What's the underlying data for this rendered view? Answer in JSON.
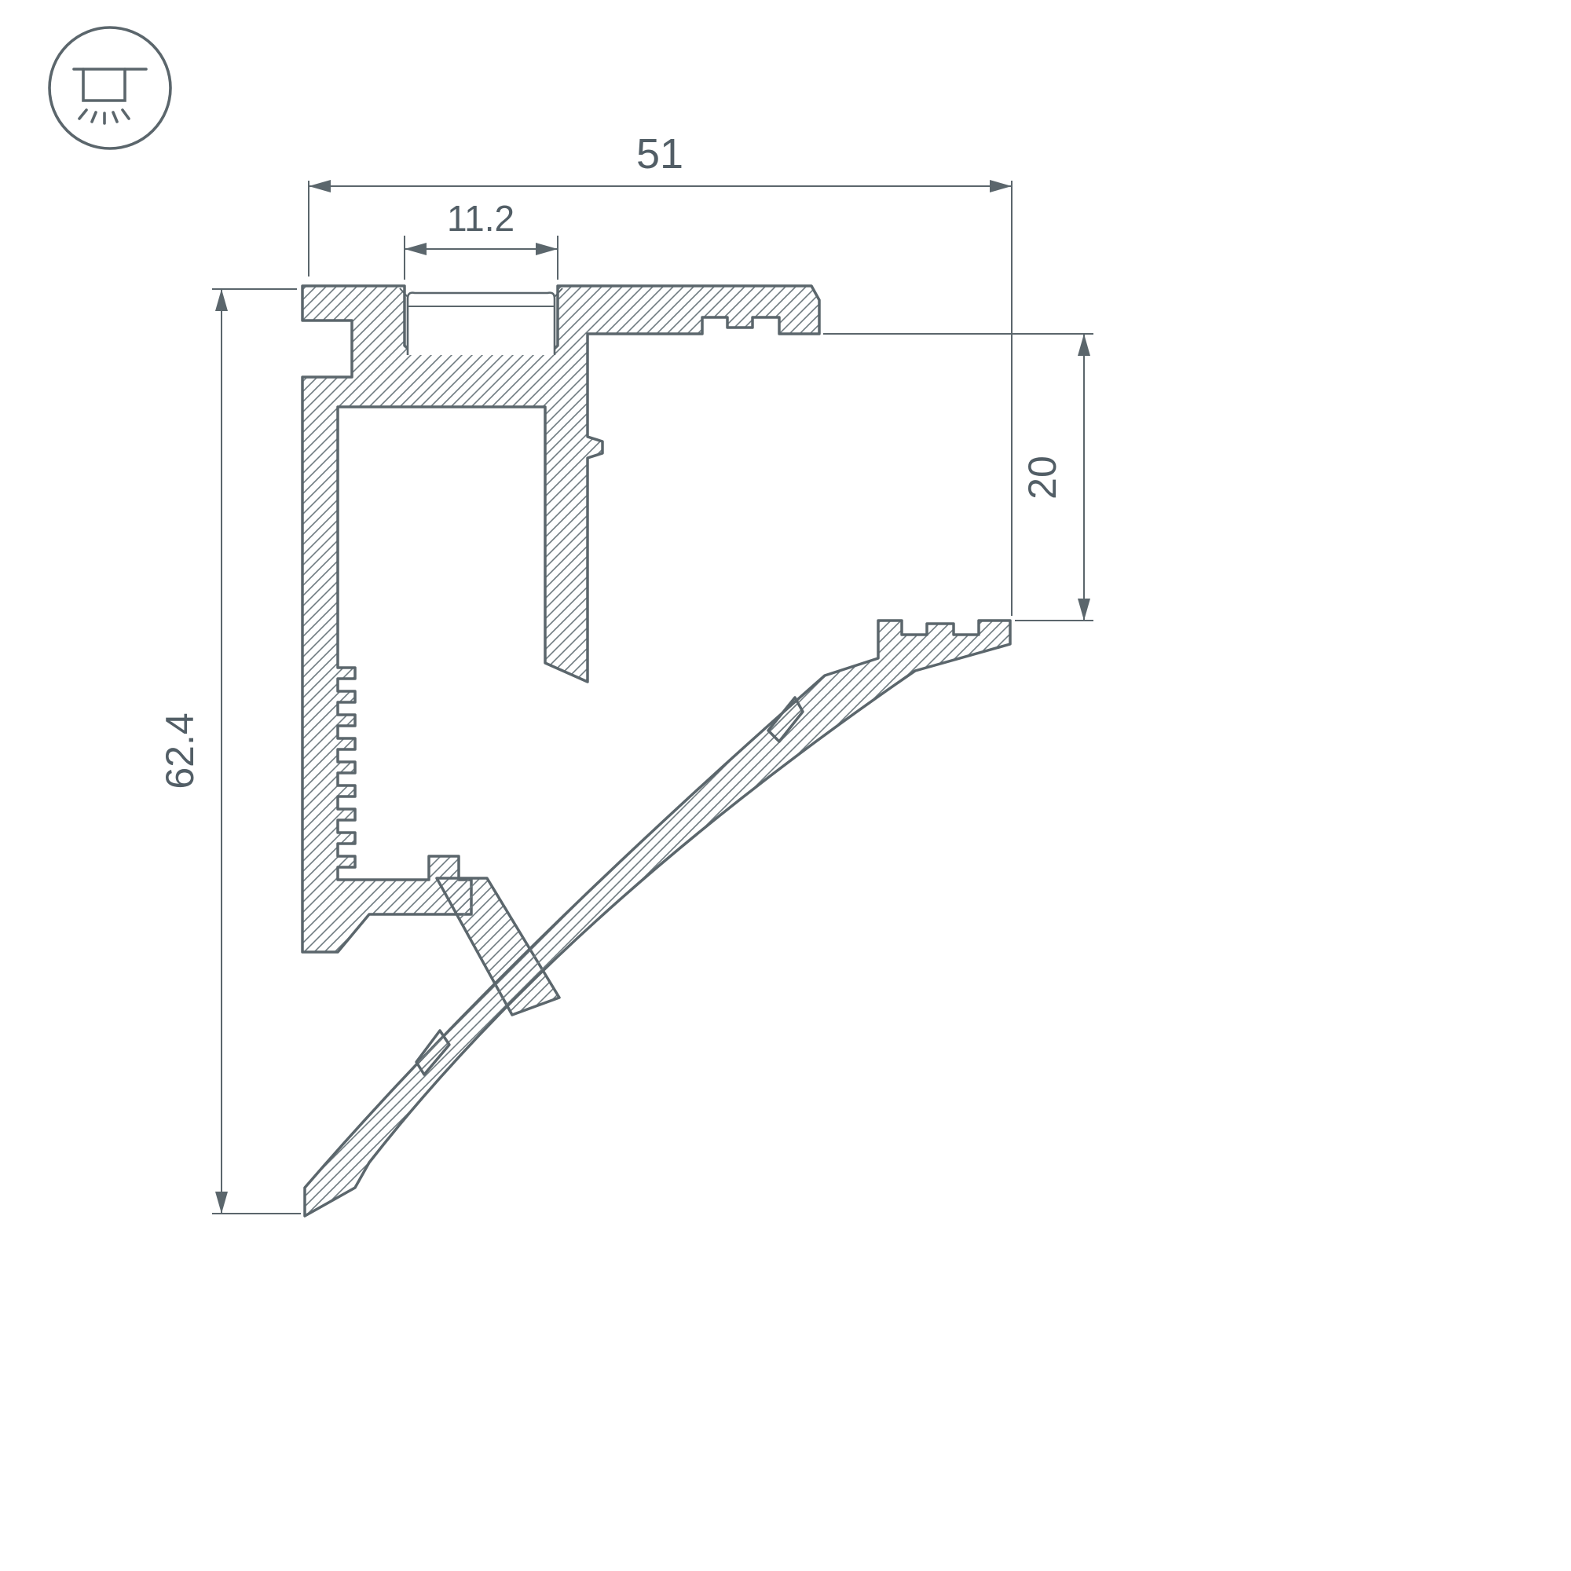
{
  "drawing": {
    "type": "led-profile-cross-section",
    "background": "#ffffff",
    "line_color": "#5b666c",
    "hatch_color": "#6e7a80",
    "icon": "recessed-ceiling-light-icon",
    "dimensions": {
      "total_width": "51",
      "slot_width": "11.2",
      "right_drop": "20",
      "total_height": "62.4"
    }
  }
}
